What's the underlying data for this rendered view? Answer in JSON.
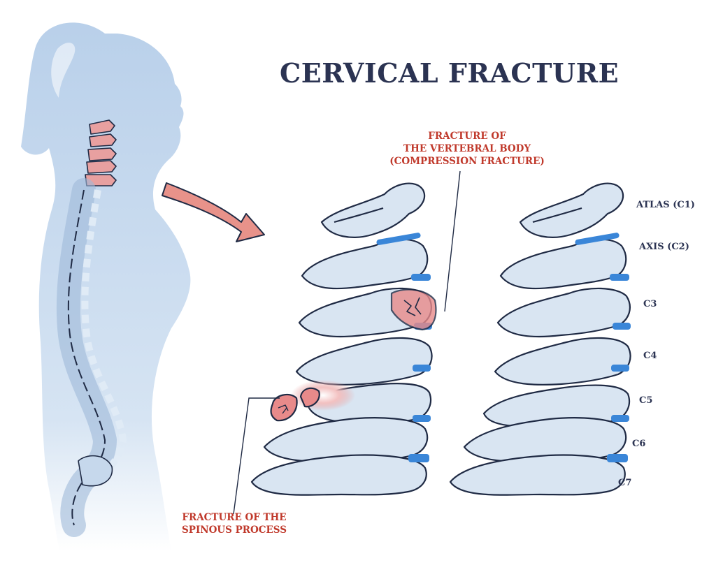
{
  "title": "CERVICAL FRACTURE",
  "callouts": {
    "vertebral_body": [
      "FRACTURE OF",
      "THE VERTEBRAL BODY",
      "(COMPRESSION FRACTURE)"
    ],
    "spinous_process": [
      "FRACTURE OF THE",
      "SPINOUS PROCESS"
    ]
  },
  "vertebra_labels": [
    "ATLAS (C1)",
    "AXIS (C2)",
    "C3",
    "C4",
    "C5",
    "C6",
    "C7"
  ],
  "colors": {
    "title": "#2b3352",
    "callout_text": "#c0392b",
    "bone_fill": "#d9e5f2",
    "bone_stroke": "#1f2a44",
    "disc": "#3a86d8",
    "injury": "#e88a8a",
    "silhouette": "#c9daee",
    "arrow": "#e8928a"
  },
  "icons": {
    "arrow": "curved-arrow-icon"
  }
}
